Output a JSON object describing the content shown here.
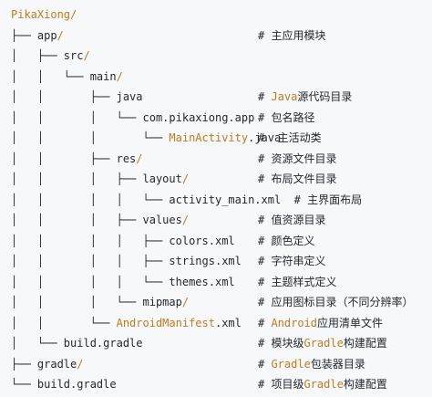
{
  "colors": {
    "background": "#f6f8fa",
    "text": "#24292f",
    "highlight": "#c07b1b"
  },
  "lines": [
    {
      "prefix": "",
      "name": "PikaXiong",
      "name_hl": true,
      "slash": "/",
      "comment_pre": "",
      "comment_hl": "",
      "comment_post": ""
    },
    {
      "prefix": "├── ",
      "name": "app",
      "name_hl": false,
      "slash": "/",
      "comment_pre": "# 主应用模块",
      "comment_hl": "",
      "comment_post": ""
    },
    {
      "prefix": "│   ├── ",
      "name": "src",
      "name_hl": false,
      "slash": "/",
      "comment_pre": "",
      "comment_hl": "",
      "comment_post": ""
    },
    {
      "prefix": "│   │   └── ",
      "name": "main",
      "name_hl": false,
      "slash": "/",
      "comment_pre": "",
      "comment_hl": "",
      "comment_post": ""
    },
    {
      "prefix": "│   │       ├── ",
      "name": "java",
      "name_hl": false,
      "slash": "",
      "comment_pre": "# ",
      "comment_hl": "Java",
      "comment_post": "源代码目录"
    },
    {
      "prefix": "│   │       │   └── ",
      "name": "com.pikaxiong.app",
      "name_hl": false,
      "slash": "",
      "comment_pre": "# 包名路径",
      "comment_hl": "",
      "comment_post": ""
    },
    {
      "prefix": "│   │       │       └── ",
      "name": "MainActivity",
      "name_hl": true,
      "slash": ".java",
      "comment_pre": "#  主活动类",
      "comment_hl": "",
      "comment_post": ""
    },
    {
      "prefix": "│   │       ├── ",
      "name": "res",
      "name_hl": false,
      "slash": "/",
      "comment_pre": "# 资源文件目录",
      "comment_hl": "",
      "comment_post": ""
    },
    {
      "prefix": "│   │       │   ├── ",
      "name": "layout",
      "name_hl": false,
      "slash": "/",
      "comment_pre": "# 布局文件目录",
      "comment_hl": "",
      "comment_post": ""
    },
    {
      "prefix": "│   │       │   │   └── ",
      "name": "activity_main.xml",
      "name_hl": false,
      "slash": "",
      "comment_pre": "  # 主界面布局",
      "comment_hl": "",
      "comment_post": "",
      "inline": true
    },
    {
      "prefix": "│   │       │   ├── ",
      "name": "values",
      "name_hl": false,
      "slash": "/",
      "comment_pre": "# 值资源目录",
      "comment_hl": "",
      "comment_post": ""
    },
    {
      "prefix": "│   │       │   │   ├── ",
      "name": "colors.xml",
      "name_hl": false,
      "slash": "",
      "comment_pre": "# 颜色定义",
      "comment_hl": "",
      "comment_post": ""
    },
    {
      "prefix": "│   │       │   │   ├── ",
      "name": "strings.xml",
      "name_hl": false,
      "slash": "",
      "comment_pre": "# 字符串定义",
      "comment_hl": "",
      "comment_post": ""
    },
    {
      "prefix": "│   │       │   │   └── ",
      "name": "themes.xml",
      "name_hl": false,
      "slash": "",
      "comment_pre": "# 主题样式定义",
      "comment_hl": "",
      "comment_post": ""
    },
    {
      "prefix": "│   │       │   └── ",
      "name": "mipmap",
      "name_hl": false,
      "slash": "/",
      "comment_pre": "# 应用图标目录（不同分辨率）",
      "comment_hl": "",
      "comment_post": ""
    },
    {
      "prefix": "│   │       └── ",
      "name": "AndroidManifest",
      "name_hl": true,
      "slash": ".xml",
      "comment_pre": "# ",
      "comment_hl": "Android",
      "comment_post": "应用清单文件"
    },
    {
      "prefix": "│   └── ",
      "name": "build.gradle",
      "name_hl": false,
      "slash": "",
      "comment_pre": "# 模块级",
      "comment_hl": "Gradle",
      "comment_post": "构建配置"
    },
    {
      "prefix": "├── ",
      "name": "gradle",
      "name_hl": false,
      "slash": "/",
      "comment_pre": "# ",
      "comment_hl": "Gradle",
      "comment_post": "包装器目录"
    },
    {
      "prefix": "└── ",
      "name": "build.gradle",
      "name_hl": false,
      "slash": "",
      "comment_pre": "# 项目级",
      "comment_hl": "Gradle",
      "comment_post": "构建配置"
    }
  ]
}
